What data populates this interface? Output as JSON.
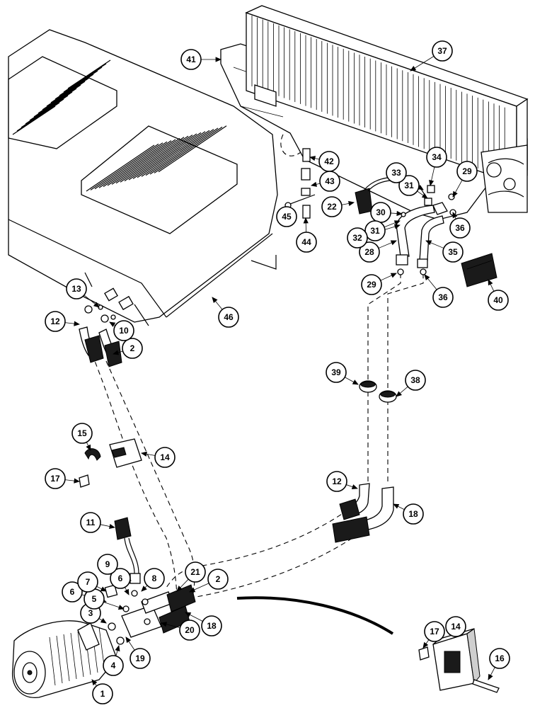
{
  "callouts": [
    {
      "id": "c1",
      "label": "1"
    },
    {
      "id": "c2a",
      "label": "2"
    },
    {
      "id": "c2b",
      "label": "2"
    },
    {
      "id": "c3",
      "label": "3"
    },
    {
      "id": "c4",
      "label": "4"
    },
    {
      "id": "c5",
      "label": "5"
    },
    {
      "id": "c6a",
      "label": "6"
    },
    {
      "id": "c6b",
      "label": "6"
    },
    {
      "id": "c7",
      "label": "7"
    },
    {
      "id": "c8",
      "label": "8"
    },
    {
      "id": "c9",
      "label": "9"
    },
    {
      "id": "c10",
      "label": "10"
    },
    {
      "id": "c11",
      "label": "11"
    },
    {
      "id": "c12a",
      "label": "12"
    },
    {
      "id": "c12b",
      "label": "12"
    },
    {
      "id": "c13",
      "label": "13"
    },
    {
      "id": "c14a",
      "label": "14"
    },
    {
      "id": "c14b",
      "label": "14"
    },
    {
      "id": "c15",
      "label": "15"
    },
    {
      "id": "c16",
      "label": "16"
    },
    {
      "id": "c17a",
      "label": "17"
    },
    {
      "id": "c17b",
      "label": "17"
    },
    {
      "id": "c18a",
      "label": "18"
    },
    {
      "id": "c18b",
      "label": "18"
    },
    {
      "id": "c19",
      "label": "19"
    },
    {
      "id": "c20",
      "label": "20"
    },
    {
      "id": "c21",
      "label": "21"
    },
    {
      "id": "c22",
      "label": "22"
    },
    {
      "id": "c28",
      "label": "28"
    },
    {
      "id": "c29a",
      "label": "29"
    },
    {
      "id": "c29b",
      "label": "29"
    },
    {
      "id": "c30",
      "label": "30"
    },
    {
      "id": "c31a",
      "label": "31"
    },
    {
      "id": "c31b",
      "label": "31"
    },
    {
      "id": "c32",
      "label": "32"
    },
    {
      "id": "c33",
      "label": "33"
    },
    {
      "id": "c34",
      "label": "34"
    },
    {
      "id": "c35",
      "label": "35"
    },
    {
      "id": "c36a",
      "label": "36"
    },
    {
      "id": "c36b",
      "label": "36"
    },
    {
      "id": "c37",
      "label": "37"
    },
    {
      "id": "c38",
      "label": "38"
    },
    {
      "id": "c39",
      "label": "39"
    },
    {
      "id": "c40",
      "label": "40"
    },
    {
      "id": "c41",
      "label": "41"
    },
    {
      "id": "c42",
      "label": "42"
    },
    {
      "id": "c43",
      "label": "43"
    },
    {
      "id": "c44",
      "label": "44"
    },
    {
      "id": "c45",
      "label": "45"
    },
    {
      "id": "c46",
      "label": "46"
    }
  ]
}
